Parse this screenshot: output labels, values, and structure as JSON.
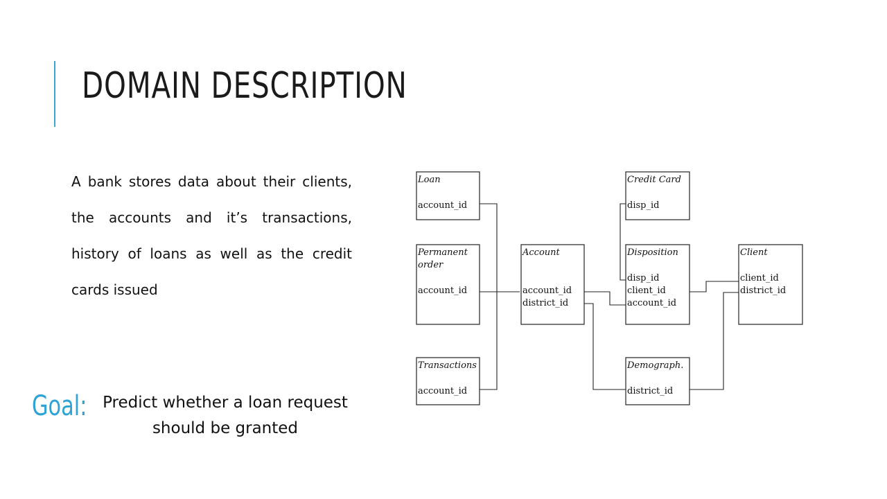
{
  "slide": {
    "title": "DOMAIN DESCRIPTION",
    "description": "A bank stores data about their clients, the accounts and it’s transactions, history of loans as well as the credit cards issued",
    "goal_label": "Goal:",
    "goal_text": "Predict whether a loan request should be granted",
    "accent_color": "#3aa6d0",
    "goal_color": "#2ea3d6"
  },
  "schema": {
    "tables": {
      "loan": {
        "name": "Loan",
        "fields": [
          "account_id"
        ]
      },
      "permanent_order": {
        "name_lines": [
          "Permanent",
          "order"
        ],
        "fields": [
          "account_id"
        ]
      },
      "transactions": {
        "name": "Transactions",
        "fields": [
          "account_id"
        ]
      },
      "account": {
        "name": "Account",
        "fields": [
          "account_id",
          "district_id"
        ]
      },
      "credit_card": {
        "name": "Credit Card",
        "fields": [
          "disp_id"
        ]
      },
      "disposition": {
        "name": "Disposition",
        "fields": [
          "disp_id",
          "client_id",
          "account_id"
        ]
      },
      "demograph": {
        "name": "Demograph.",
        "fields": [
          "district_id"
        ]
      },
      "client": {
        "name": "Client",
        "fields": [
          "client_id",
          "district_id"
        ]
      }
    }
  }
}
